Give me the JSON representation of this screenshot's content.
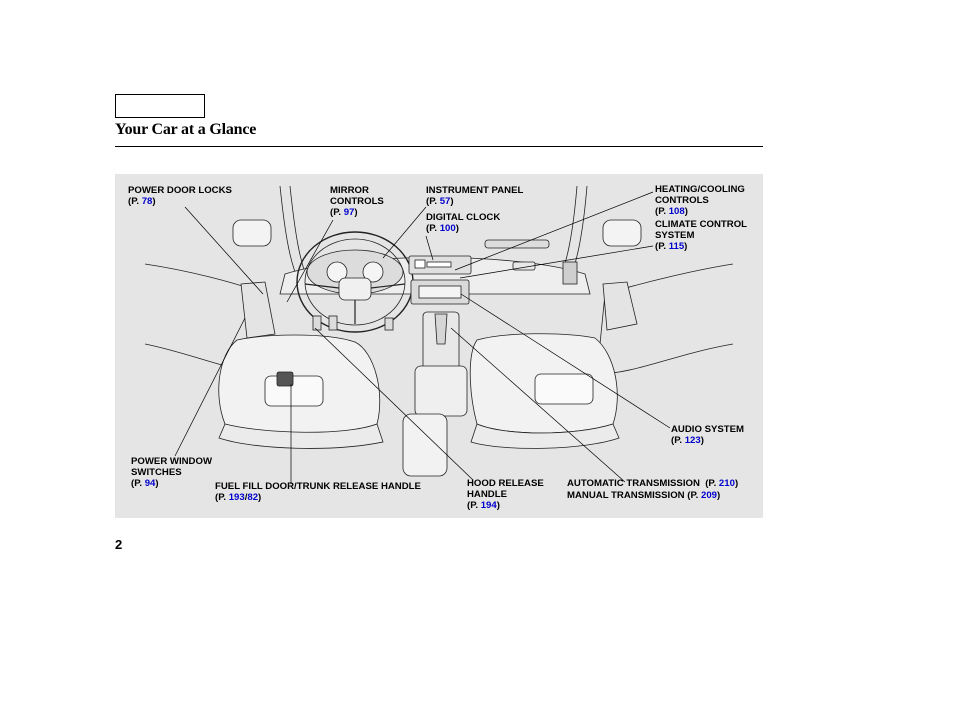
{
  "page": {
    "title": "Your Car at a Glance",
    "page_number": "2"
  },
  "callouts": {
    "power_door_locks": {
      "label": "POWER DOOR LOCKS",
      "p": "(P. ",
      "ref": "78",
      "close": ")"
    },
    "mirror_controls": {
      "line1": "MIRROR",
      "line2": "CONTROLS",
      "p": "(P. ",
      "ref": "97",
      "close": ")"
    },
    "instrument_panel": {
      "label": "INSTRUMENT PANEL",
      "p": "(P. ",
      "ref": "57",
      "close": ")"
    },
    "digital_clock": {
      "label": "DIGITAL CLOCK",
      "p": "(P. ",
      "ref": "100",
      "close": ")"
    },
    "heating_cooling": {
      "line1": "HEATING/COOLING",
      "line2": "CONTROLS",
      "p": "(P. ",
      "ref": "108",
      "close": ")"
    },
    "climate_control": {
      "line1": "CLIMATE CONTROL",
      "line2": "SYSTEM",
      "p": "(P. ",
      "ref": "115",
      "close": ")"
    },
    "audio_system": {
      "label": "AUDIO SYSTEM",
      "p": "(P. ",
      "ref": "123",
      "close": ")"
    },
    "power_window": {
      "line1": "POWER WINDOW",
      "line2": "SWITCHES",
      "p": "(P. ",
      "ref": "94",
      "close": ")"
    },
    "fuel_fill": {
      "label": "FUEL FILL DOOR/TRUNK RELEASE HANDLE",
      "p": "(P. ",
      "ref1": "193",
      "sep": "/",
      "ref2": "82",
      "close": ")"
    },
    "hood_release": {
      "line1": "HOOD RELEASE",
      "line2": "HANDLE",
      "p": "(P. ",
      "ref": "194",
      "close": ")"
    },
    "auto_trans": {
      "label": "AUTOMATIC TRANSMISSION",
      "p": "(P. ",
      "ref": "210",
      "close": ")"
    },
    "manual_trans": {
      "label": "MANUAL TRANSMISSION",
      "p": "(P. ",
      "ref": "209",
      "close": ")"
    }
  }
}
